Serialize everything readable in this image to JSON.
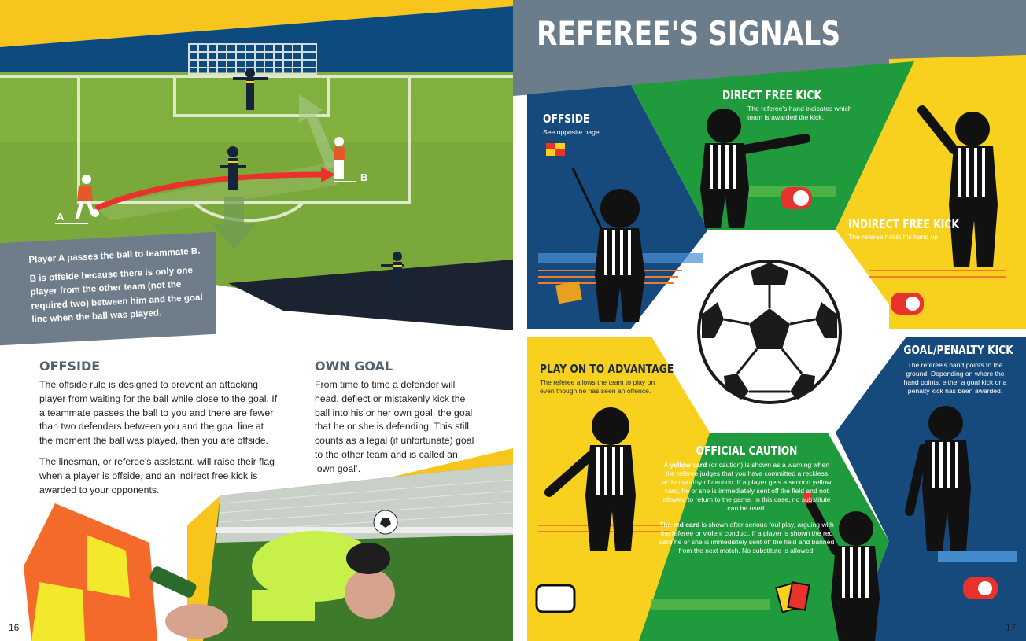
{
  "left_page": {
    "diagram": {
      "label_a": "A",
      "label_b": "B"
    },
    "caption": {
      "line1": "Player A passes the ball to teammate B.",
      "line2": "B is offside because there is only one player from the other team (not the required two) between him and the goal line when the ball was played."
    },
    "offside": {
      "title": "OFFSIDE",
      "para1": "The offside rule is designed to prevent an attacking player from waiting for the ball while close to the goal. If a teammate passes the ball to you and there are fewer than two defenders between you and the goal line at the moment the ball was played, then you are offside.",
      "para2": "The linesman, or referee's assistant, will raise their flag when a player is offside, and an indirect free kick is awarded to your opponents."
    },
    "own_goal": {
      "title": "OWN GOAL",
      "para1": "From time to time a defender will head, deflect or mistakenly kick the ball into his or her own goal, the goal that he or she is defending. This still counts as a legal (if unfortunate) goal to the other team and is called an ‘own goal’."
    },
    "page_number": "16"
  },
  "right_page": {
    "title": "REFEREE'S SIGNALS",
    "panels": {
      "offside": {
        "title": "OFFSIDE",
        "text": "See opposite page."
      },
      "direct_free_kick": {
        "title": "DIRECT FREE KICK",
        "text": "The referee's hand indicates which team is awarded the kick."
      },
      "indirect_free_kick": {
        "title": "INDIRECT FREE KICK",
        "text": "The referee holds his hand up."
      },
      "play_on": {
        "title": "PLAY ON TO ADVANTAGE",
        "text": "The referee allows the team to play on even though he has seen an offence."
      },
      "goal_penalty": {
        "title": "GOAL/PENALTY KICK",
        "text": "The referee's hand points to the ground. Depending on where the hand points, either a goal kick or a penalty kick has been awarded."
      },
      "official_caution": {
        "title": "OFFICIAL CAUTION",
        "yc_pre": "A ",
        "yc_bold": "yellow card",
        "yc_post": " (or caution) is shown as a warning when the referee judges that you have committed a reckless action worthy of caution. If a player gets a second yellow card, he or she is immediately sent off the field and not allowed to return to the game. In this case, no substitute can be used.",
        "rc_pre": "The ",
        "rc_bold": "red card",
        "rc_post": " is shown after serious foul play, arguing with the referee or violent conduct. If a player is shown the red card he or she is immediately sent off the field and banned from the next match. No substitute is allowed."
      }
    },
    "page_number": "17"
  },
  "colors": {
    "navy": "#0d4a7e",
    "grass": "#7aa83a",
    "yellow": "#f7d11e",
    "green_panel": "#1f9a3c",
    "blue_panel": "#174a7c",
    "grey_banner": "#6b7c8a",
    "orange_title": "#e8a317",
    "red_arrow": "#e8322b"
  }
}
